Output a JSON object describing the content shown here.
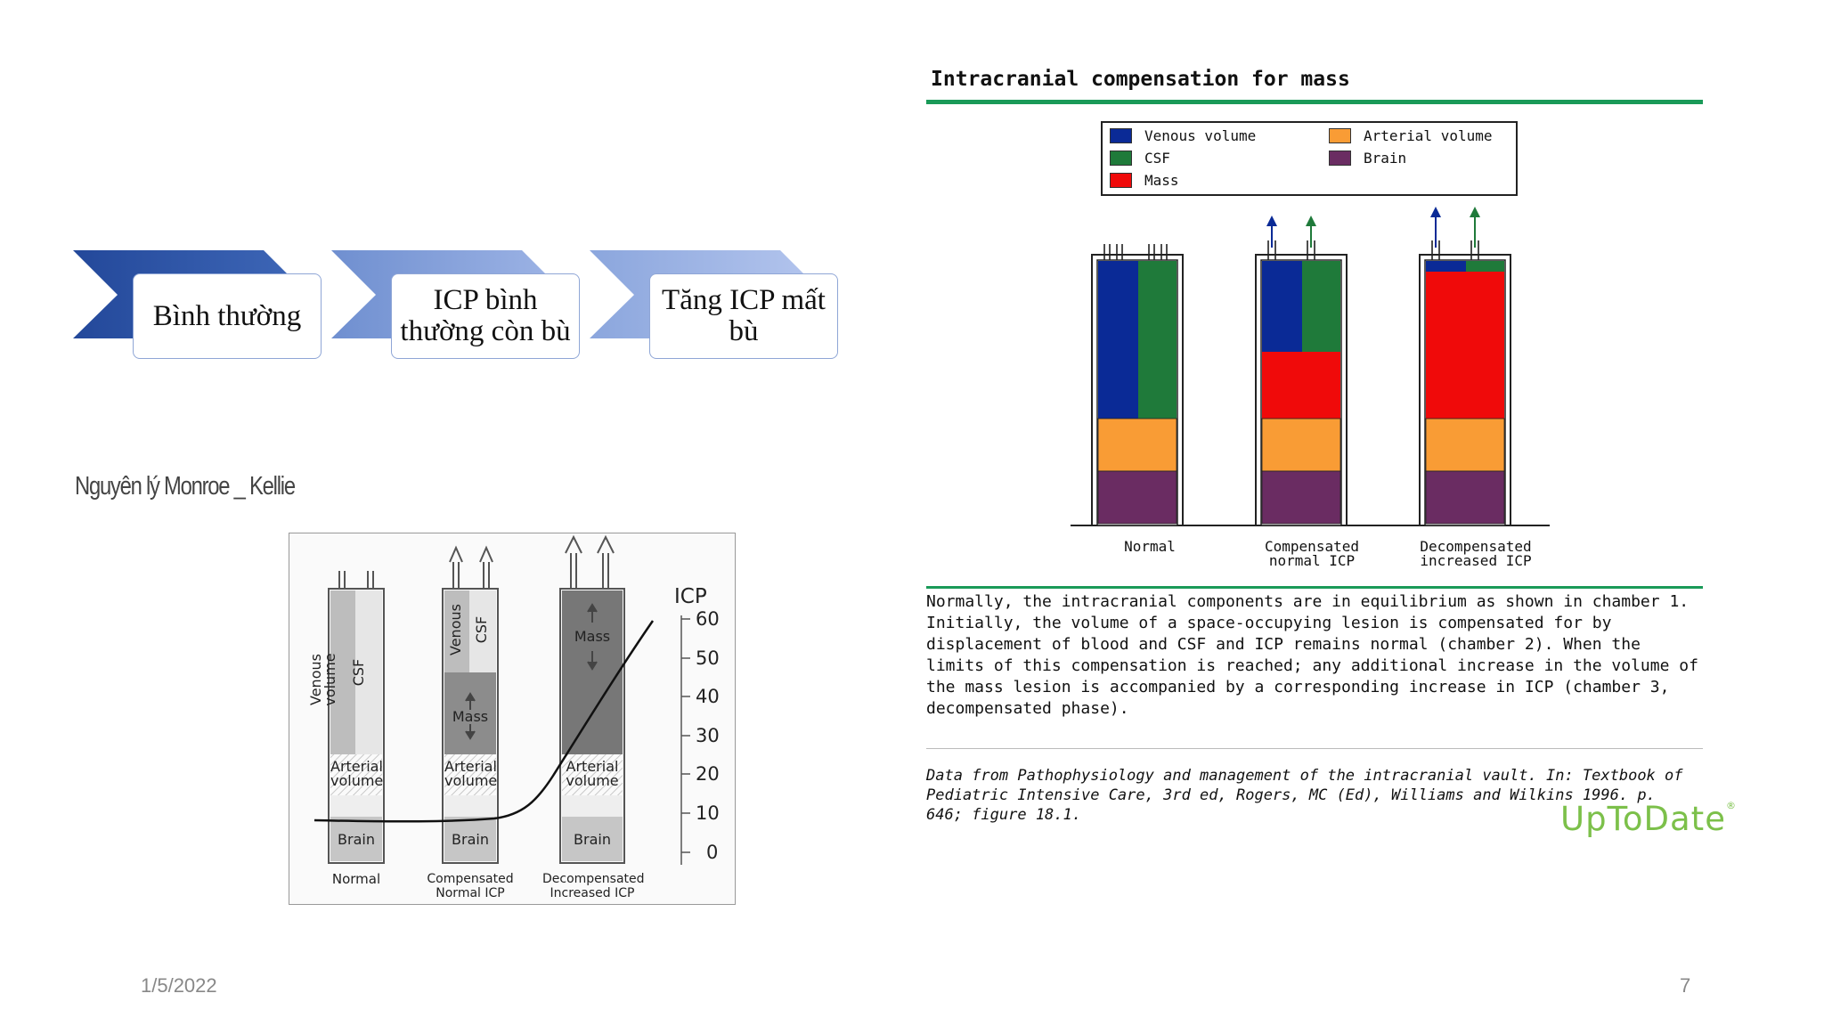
{
  "steps": [
    {
      "label": "Bình thường"
    },
    {
      "label": "ICP bình thường còn bù"
    },
    {
      "label": "Tăng ICP mất bù"
    }
  ],
  "left_title": "Nguyên lý Monroe _ Kellie",
  "bw_figure": {
    "icp_label": "ICP",
    "icp_ticks": [
      "60",
      "50",
      "40",
      "30",
      "20",
      "10",
      "0"
    ],
    "components": {
      "venous": "Venous volume",
      "venous_short": "Venous",
      "csf": "CSF",
      "mass": "Mass",
      "arterial": "Arterial volume",
      "brain": "Brain"
    },
    "chambers": [
      "Normal",
      "Compensated Normal ICP",
      "Decompensated Increased ICP"
    ]
  },
  "right_figure": {
    "title": "Intracranial compensation for mass",
    "legend": [
      {
        "name": "Venous volume",
        "color": "#0a2a96"
      },
      {
        "name": "CSF",
        "color": "#1f7a3a"
      },
      {
        "name": "Mass",
        "color": "#f00a0a"
      },
      {
        "name": "Arterial volume",
        "color": "#f99c35"
      },
      {
        "name": "Brain",
        "color": "#6a2c62"
      }
    ],
    "chambers": [
      {
        "label": "Normal"
      },
      {
        "label": "Compensated normal ICP"
      },
      {
        "label": "Decompensated increased ICP"
      }
    ],
    "caption": "Normally, the intracranial components are in equilibrium as shown in chamber 1. Initially, the volume of a space-occupying lesion is compensated for by displacement of blood and CSF  and ICP remains normal (chamber 2). When the limits of this  compensation is reached; any additional increase in the volume of the mass lesion is accompanied by a corresponding increase in ICP (chamber 3, decompensated phase).",
    "citation": "Data from Pathophysiology and management of the intracranial vault. In: Textbook of Pediatric Intensive Care, 3rd ed, Rogers, MC (Ed), Williams and Wilkins 1996. p. 646; figure 18.1.",
    "brand": "UpToDate",
    "brand_mark": "®"
  },
  "footer": {
    "date": "1/5/2022",
    "page": "7"
  }
}
